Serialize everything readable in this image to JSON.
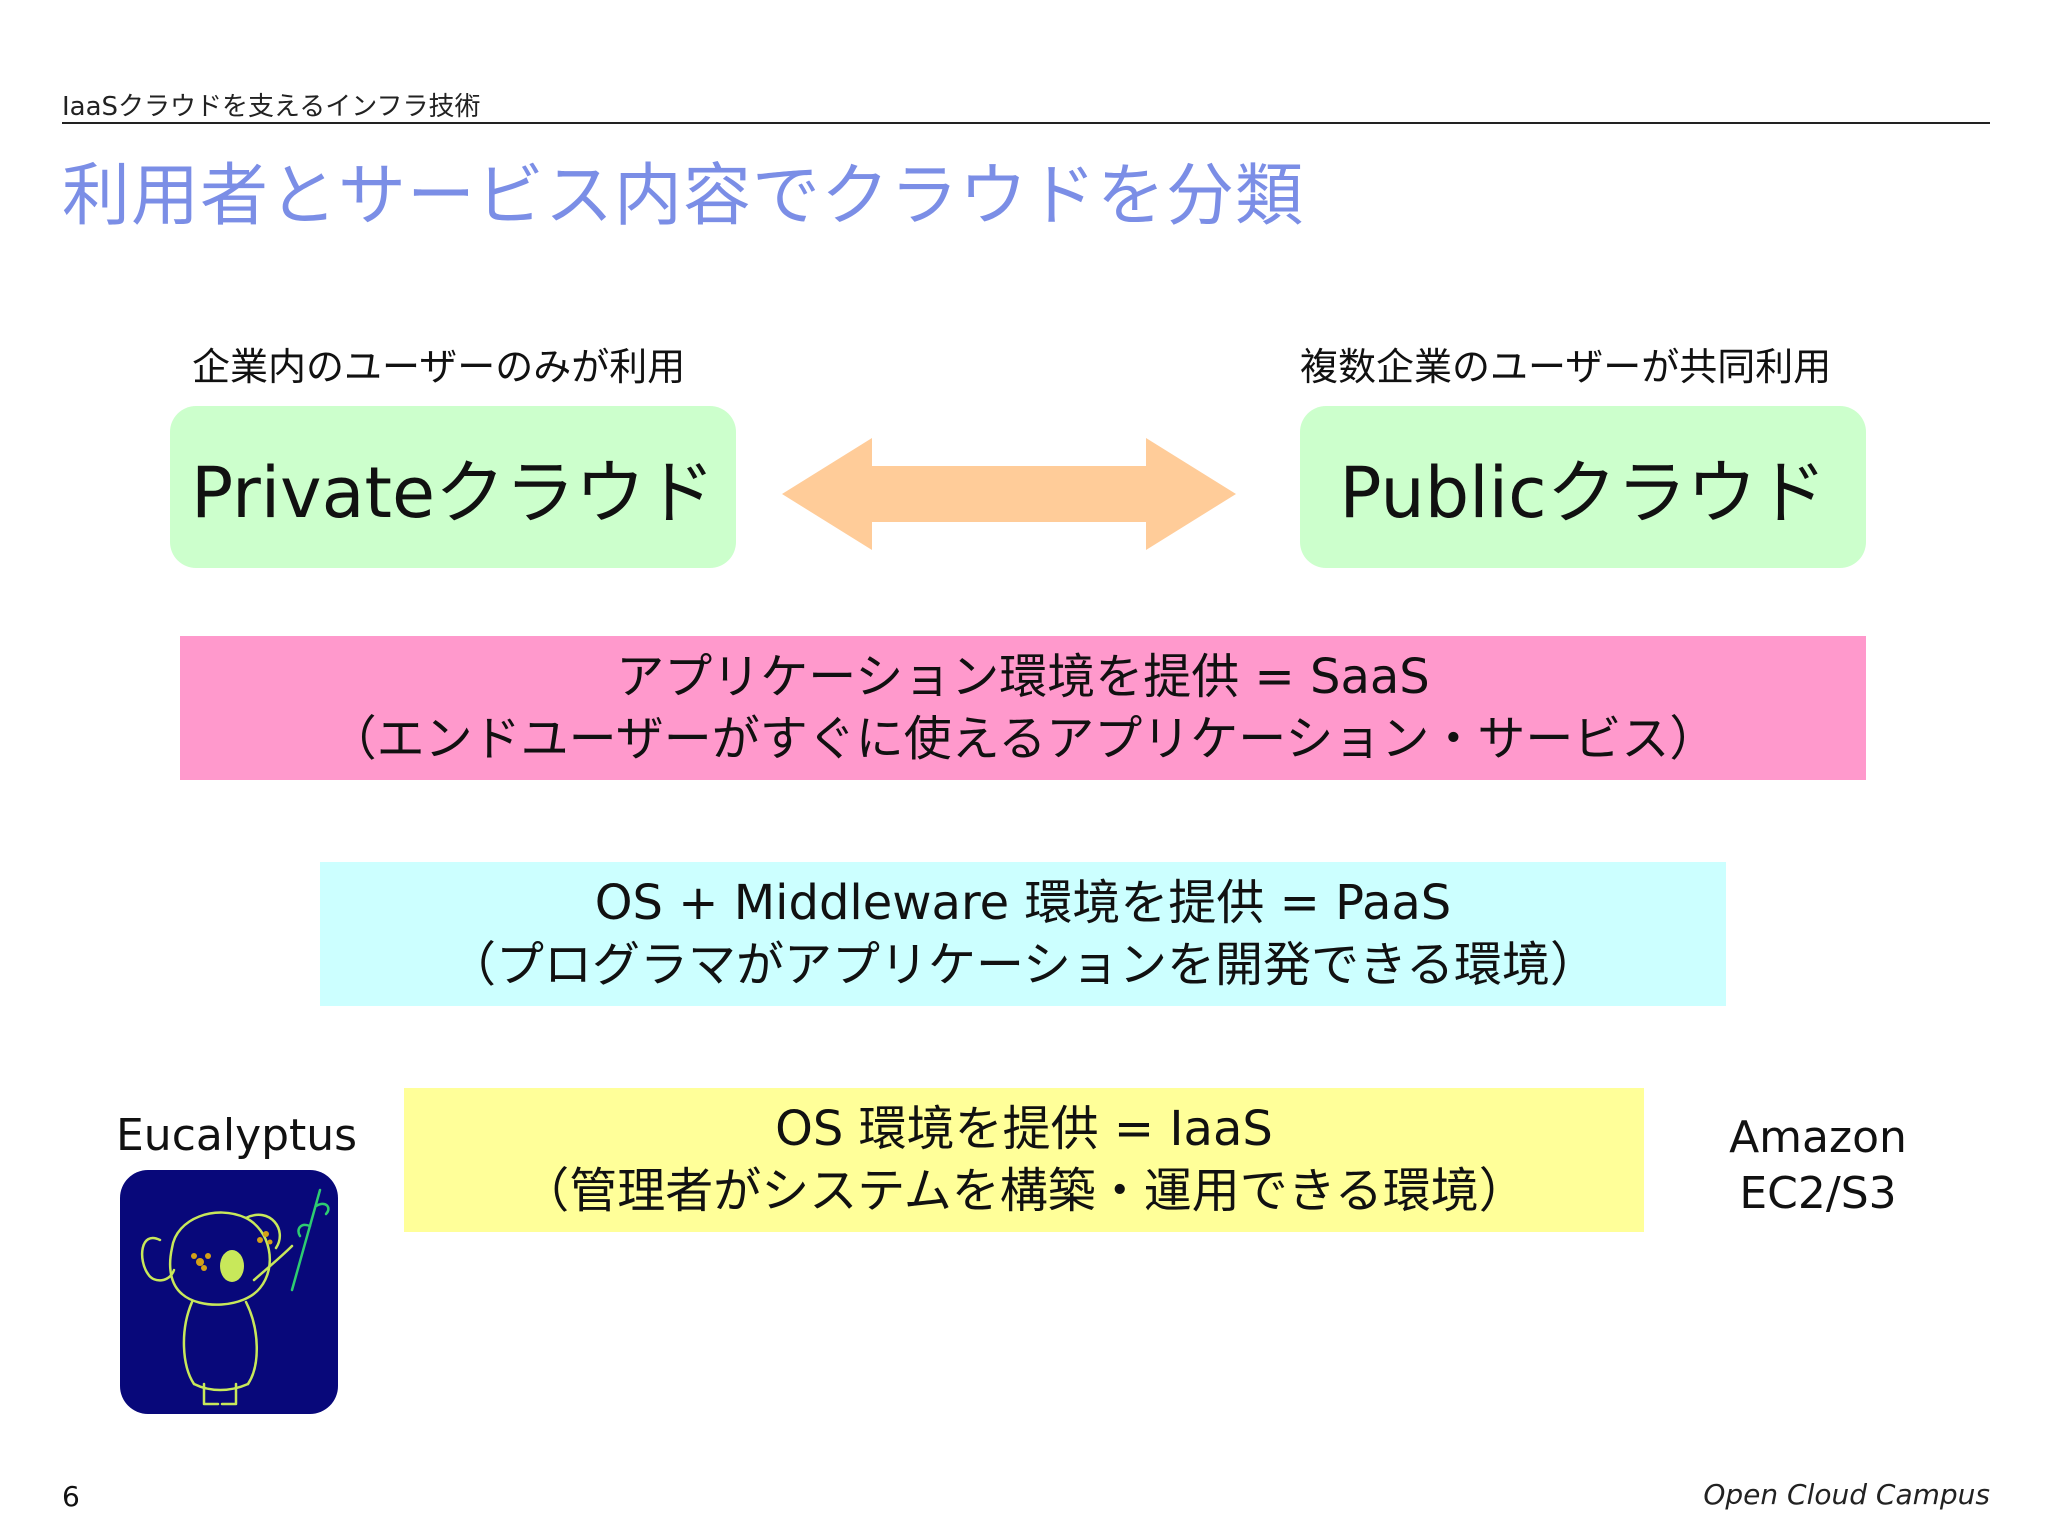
{
  "header": {
    "breadcrumb": "IaaSクラウドを支えるインフラ技術",
    "title": "利用者とサービス内容でクラウドを分類"
  },
  "clouds": {
    "private": {
      "caption": "企業内のユーザーのみが利用",
      "label": "Privateクラウド"
    },
    "public": {
      "caption": "複数企業のユーザーが共同利用",
      "label": "Publicクラウド"
    }
  },
  "layers": {
    "saas": {
      "line1": "アプリケーション環境を提供 = SaaS",
      "line2": "（エンドユーザーがすぐに使えるアプリケーション・サービス）"
    },
    "paas": {
      "line1": "OS + Middleware 環境を提供 = PaaS",
      "line2": "（プログラマがアプリケーションを開発できる環境）"
    },
    "iaas": {
      "line1": "OS 環境を提供 = IaaS",
      "line2": "（管理者がシステムを構築・運用できる環境）"
    }
  },
  "products": {
    "eucalyptus": "Eucalyptus",
    "amazon_line1": "Amazon",
    "amazon_line2": "EC2/S3"
  },
  "footer": {
    "page_number": "6",
    "brand": "Open Cloud Campus"
  },
  "colors": {
    "title": "#7b8ee6",
    "cloud_box": "#ccffcc",
    "arrow": "#ffcc99",
    "saas": "#ff99cc",
    "paas": "#ccffff",
    "iaas": "#ffff99",
    "koala_bg": "#08087a"
  },
  "icons": {
    "arrow": "double-headed-arrow-icon",
    "logo": "eucalyptus-koala-logo"
  }
}
